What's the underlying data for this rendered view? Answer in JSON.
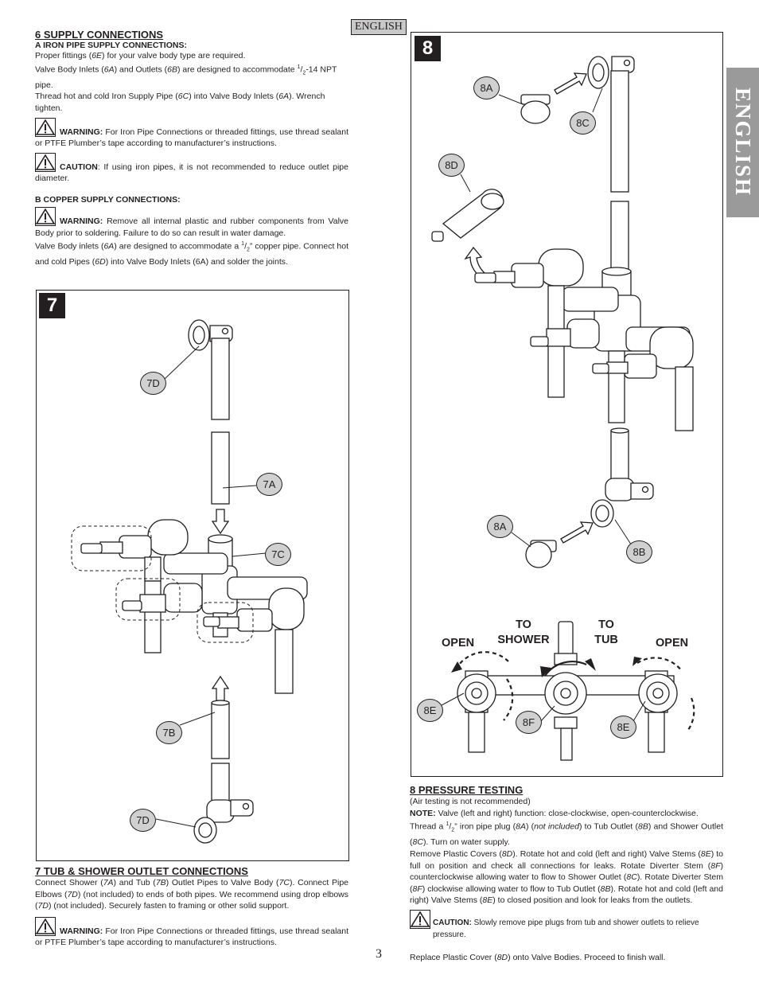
{
  "language_tab": "ENGLISH",
  "side_tab": "ENGLISH",
  "page_number": "3",
  "section6": {
    "title": "6  SUPPLY CONNECTIONS",
    "a_title": "A  IRON PIPE SUPPLY CONNECTIONS:",
    "a1_pre": "Proper fittings (",
    "a1_r1": "6E",
    "a1_post": ") for your valve body type are required.",
    "a2_pre": "Valve Body Inlets (",
    "a2_r1": "6A",
    "a2_mid1": ") and Outlets (",
    "a2_r2": "6B",
    "a2_mid2": ") are designed to accommodate ",
    "a2_num": "1",
    "a2_den": "2",
    "a2_post": "-14 NPT pipe.",
    "a3_pre": "Thread hot and cold Iron Supply Pipe (",
    "a3_r1": "6C",
    "a3_mid": ") into Valve Body Inlets (",
    "a3_r2": "6A",
    "a3_post": ").  Wrench tighten.",
    "warn1_label": "WARNING:",
    "warn1_text": " For Iron Pipe Connections or threaded fittings, use thread sealant or PTFE Plumber’s tape according to manufacturer’s instructions.",
    "caution1_label": "CAUTION",
    "caution1_text": ":  If using iron pipes, it is not recommended to reduce outlet pipe diameter.",
    "b_title": "B  COPPER SUPPLY CONNECTIONS:",
    "warn2_label": "WARNING:",
    "warn2_text": " Remove all internal plastic and rubber components from Valve Body prior to soldering.  Failure to do so can result in water damage.",
    "b1_pre": "Valve Body inlets (",
    "b1_r1": "6A",
    "b1_mid1": ") are designed to accommodate  a ",
    "b1_num": "1",
    "b1_den": "2",
    "b1_mid2": "” copper pipe.  Connect hot and cold Pipes (",
    "b1_r2": "6D",
    "b1_post": ") into Valve Body Inlets (6A) and solder the joints."
  },
  "figure7": {
    "number": "7",
    "callouts": {
      "a": "7A",
      "b": "7B",
      "c": "7C",
      "d_top": "7D",
      "d_bottom": "7D"
    }
  },
  "section7": {
    "title": "7  TUB & SHOWER OUTLET CONNECTIONS",
    "p1_pre": "Connect Shower (",
    "p1_r1": "7A",
    "p1_mid1": ") and Tub (",
    "p1_r2": "7B",
    "p1_mid2": ") Outlet Pipes to Valve Body (",
    "p1_r3": "7C",
    "p1_mid3": ").  Connect Pipe Elbows (",
    "p1_r4": "7D",
    "p1_mid4": ") (not included) to ends of both pipes.  We recommend using drop elbows (",
    "p1_r5": "7D",
    "p1_post": ") (not included).  Securely fasten to framing or other solid support.",
    "warn_label": "WARNING:",
    "warn_text": " For Iron Pipe Connections or threaded fittings, use thread sealant or PTFE Plumber’s tape according to manufacturer’s instructions."
  },
  "figure8": {
    "number": "8",
    "callouts": {
      "a_top": "8A",
      "a_bottom": "8A",
      "b": "8B",
      "c": "8C",
      "d": "8D",
      "e_left": "8E",
      "e_right": "8E",
      "f": "8F"
    },
    "to_shower": "TO SHOWER",
    "to_tub": "TO TUB",
    "open_left": "OPEN",
    "open_right": "OPEN"
  },
  "section8": {
    "title": "8  PRESSURE TESTING",
    "air": "(Air testing is not recommended)",
    "note_label": "NOTE:",
    "note_text": " Valve (left and right) function: close-clockwise, open-counterclockwise.",
    "p1_pre": "Thread a ",
    "p1_num": "1",
    "p1_den": "2",
    "p1_mid1": "” iron pipe plug (",
    "p1_r1": "8A",
    "p1_mid2": ") (",
    "p1_ni": "not included",
    "p1_mid3": ") to Tub Outlet (",
    "p1_r2": "8B",
    "p1_mid4": ") and Shower Outlet (",
    "p1_r3": "8C",
    "p1_post": ").  Turn on water supply.",
    "p2_pre": "Remove Plastic Covers (",
    "p2_r1": "8D",
    "p2_mid1": ").  Rotate hot and cold (left and right) Valve Stems (",
    "p2_r2": "8E",
    "p2_mid2": ") to full on position and check all connections for leaks.  Rotate Diverter Stem (",
    "p2_r3": "8F",
    "p2_mid3": ") counterclockwise allowing water to flow to Shower Outlet (",
    "p2_r4": "8C",
    "p2_mid4": ").  Rotate Diverter Stem (",
    "p2_r5": "8F",
    "p2_mid5": ") clockwise allowing water to flow to Tub Outlet (",
    "p2_r6": "8B",
    "p2_mid6": ").  Rotate hot and cold (left and right) Valve Stems (",
    "p2_r7": "8E",
    "p2_post": ") to closed position and look for leaks from the outlets.",
    "caution_label": "CAUTION:",
    "caution_text": " Slowly remove pipe plugs from tub and shower outlets to relieve pressure.",
    "p3_pre": "Replace Plastic Cover (",
    "p3_r1": "8D",
    "p3_post": ") onto Valve Bodies.  Proceed to finish wall."
  }
}
